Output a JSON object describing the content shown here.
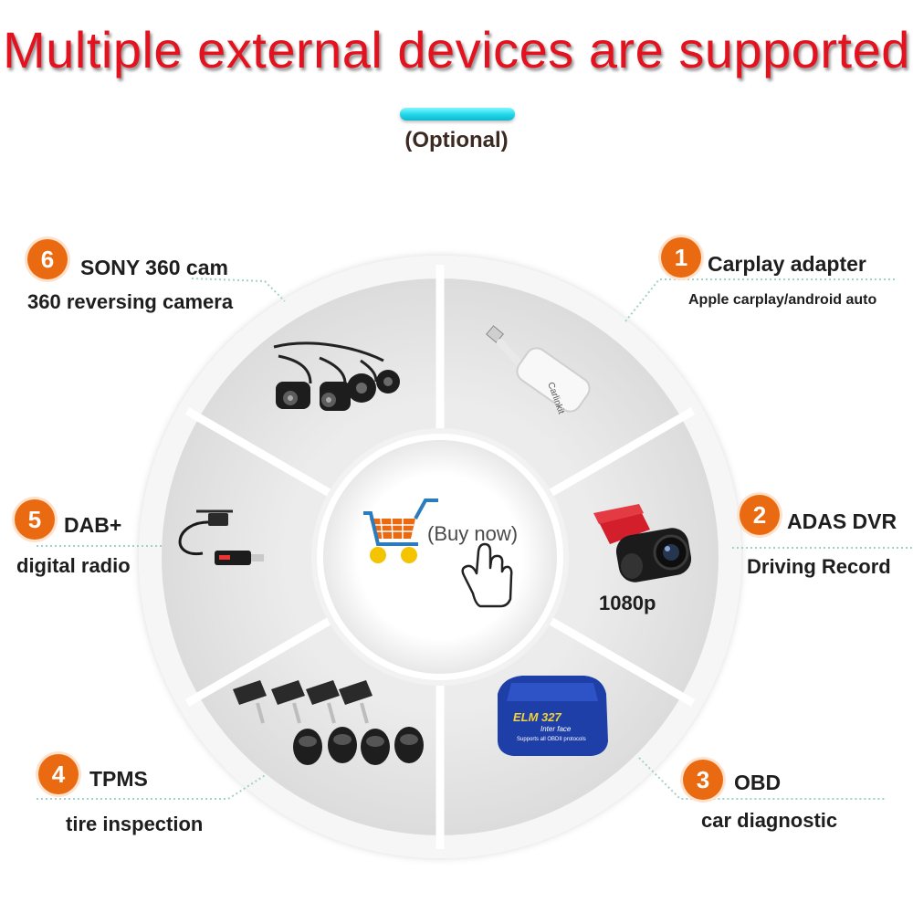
{
  "title": "Multiple external devices are supported",
  "subtitle": "(Optional)",
  "center": {
    "label": "(Buy now)",
    "icons": [
      "shopping-cart-icon",
      "hand-pointer-icon"
    ]
  },
  "colors": {
    "title": "#e3121f",
    "accent_bar": "#1fd6e8",
    "badge": "#ea6a12",
    "wheel_bg": "#e4e4e4"
  },
  "devices": [
    {
      "number": "1",
      "name": "Carplay adapter",
      "desc": "Apple carplay/android auto",
      "icon": "carplay-dongle-icon"
    },
    {
      "number": "2",
      "name": "ADAS DVR",
      "desc": "Driving Record",
      "note": "1080p",
      "icon": "dash-camera-icon"
    },
    {
      "number": "3",
      "name": "OBD",
      "desc": "car diagnostic",
      "icon": "obd-scanner-icon",
      "device_text": {
        "brand": "ELM 327",
        "line1": "Inter face",
        "line2": "Supports all OBDII protocols"
      }
    },
    {
      "number": "4",
      "name": "TPMS",
      "desc": "tire inspection",
      "icon": "tire-sensor-icon"
    },
    {
      "number": "5",
      "name": "DAB+",
      "desc": "digital radio",
      "icon": "dab-antenna-icon"
    },
    {
      "number": "6",
      "name": "SONY 360 cam",
      "desc": "360 reversing camera",
      "icon": "camera-set-icon"
    }
  ]
}
